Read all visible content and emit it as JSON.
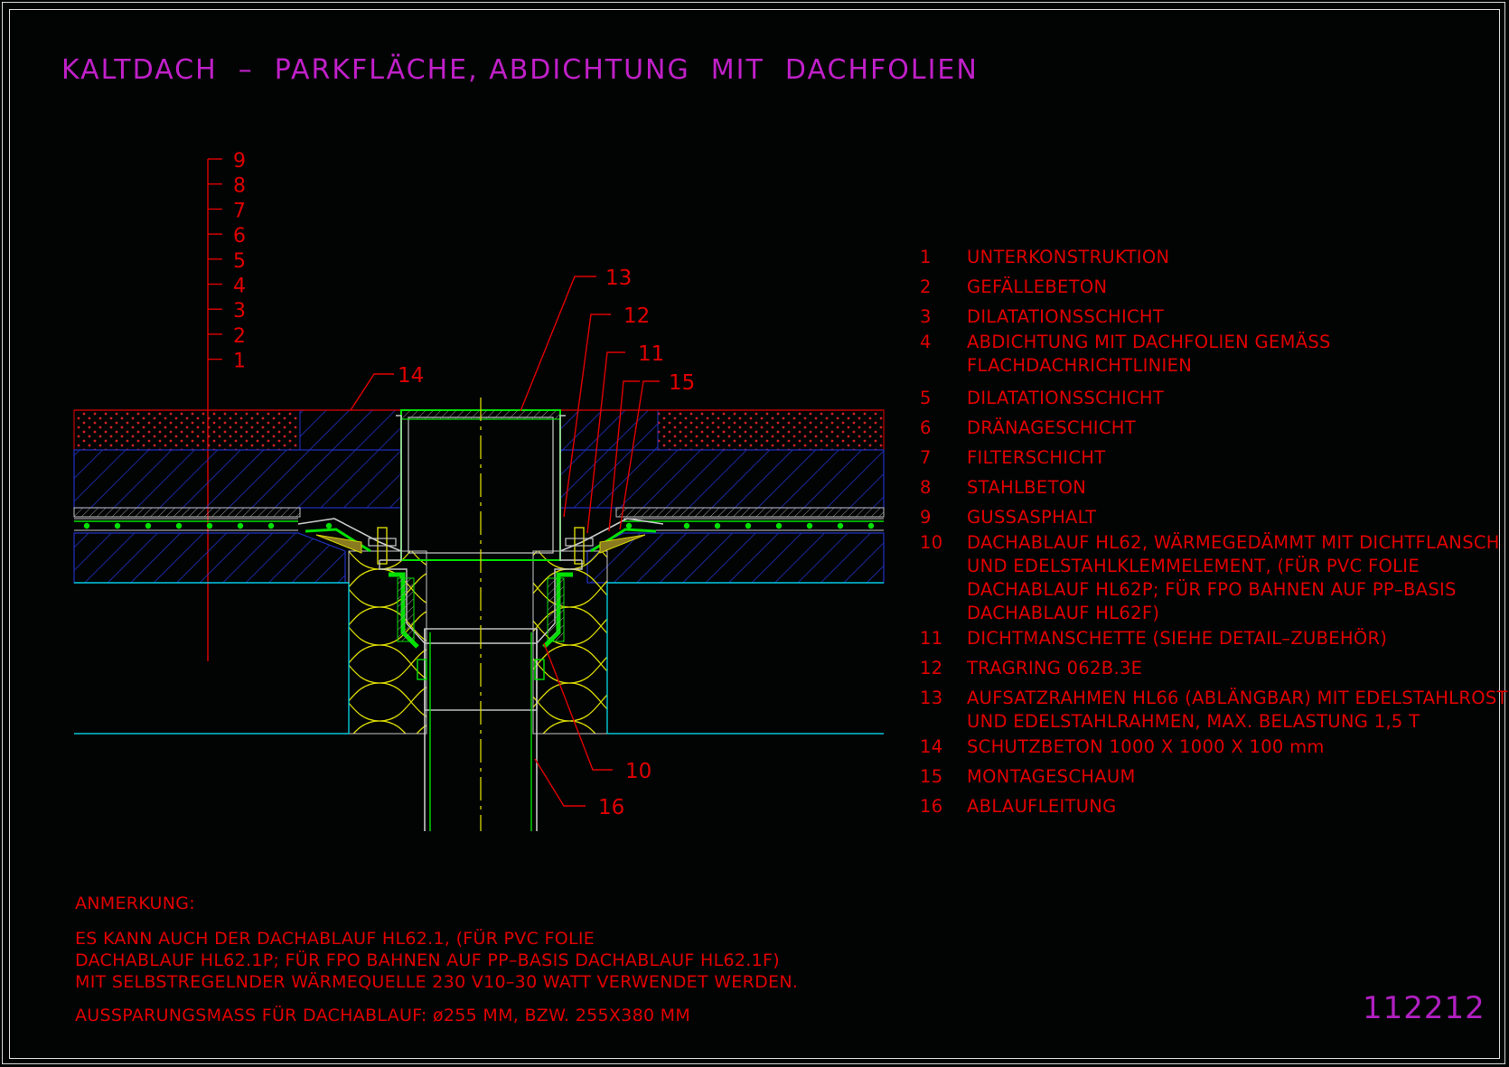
{
  "drawing": {
    "title": "KALTDACH  –  PARKFLÄCHE, ABDICHTUNG  MIT  DACHFOLIEN",
    "drawing_number": "112212"
  },
  "layer_scale": [
    "9",
    "8",
    "7",
    "6",
    "5",
    "4",
    "3",
    "2",
    "1"
  ],
  "callouts": [
    "13",
    "12",
    "11",
    "15",
    "14",
    "10",
    "16"
  ],
  "legend": [
    {
      "num": "1",
      "text": "UNTERKONSTRUKTION"
    },
    {
      "num": "2",
      "text": "GEFÄLLEBETON"
    },
    {
      "num": "3",
      "text": "DILATATIONSSCHICHT"
    },
    {
      "num": "4",
      "text": "ABDICHTUNG MIT DACHFOLIEN GEMÄSS\nFLACHDACHRICHTLINIEN"
    },
    {
      "num": "5",
      "text": "DILATATIONSSCHICHT"
    },
    {
      "num": "6",
      "text": "DRÄNAGESCHICHT"
    },
    {
      "num": "7",
      "text": "FILTERSCHICHT"
    },
    {
      "num": "8",
      "text": "STAHLBETON"
    },
    {
      "num": "9",
      "text": "GUSSASPHALT"
    },
    {
      "num": "10",
      "text": "DACHABLAUF HL62, WÄRMEGEDÄMMT MIT DICHTFLANSCH\nUND EDELSTAHLKLEMMELEMENT, (FÜR PVC FOLIE\nDACHABLAUF HL62P; FÜR FPO BAHNEN AUF PP–BASIS\nDACHABLAUF HL62F)"
    },
    {
      "num": "11",
      "text": "DICHTMANSCHETTE (SIEHE DETAIL–ZUBEHÖR)"
    },
    {
      "num": "12",
      "text": "TRAGRING 062B.3E"
    },
    {
      "num": "13",
      "text": "AUFSATZRAHMEN HL66 (ABLÄNGBAR) MIT EDELSTAHLROST\nUND EDELSTAHLRAHMEN, MAX. BELASTUNG 1,5 T"
    },
    {
      "num": "14",
      "text": "SCHUTZBETON 1000 X 1000 X 100 mm"
    },
    {
      "num": "15",
      "text": "MONTAGESCHAUM"
    },
    {
      "num": "16",
      "text": "ABLAUFLEITUNG"
    }
  ],
  "note": {
    "heading": "ANMERKUNG:",
    "body": "ES KANN AUCH DER DACHABLAUF HL62.1, (FÜR PVC FOLIE\nDACHABLAUF HL62.1P; FÜR FPO BAHNEN AUF PP–BASIS DACHABLAUF HL62.1F)\nMIT SELBSTREGELNDER WÄRMEQUELLE 230 V10–30 WATT VERWENDET WERDEN.",
    "cutout": "AUSSPARUNGSMASS FÜR DACHABLAUF: ø255 MM, BZW. 255X380 MM"
  },
  "colors": {
    "text_red": "#e00000",
    "title_magenta": "#c020c8",
    "hatch_blue": "#2030c0",
    "insulation_yellow": "#d8d800",
    "membrane_green": "#00e000",
    "cyan_line": "#00c8d8",
    "frame_white": "#d8d8d8"
  }
}
